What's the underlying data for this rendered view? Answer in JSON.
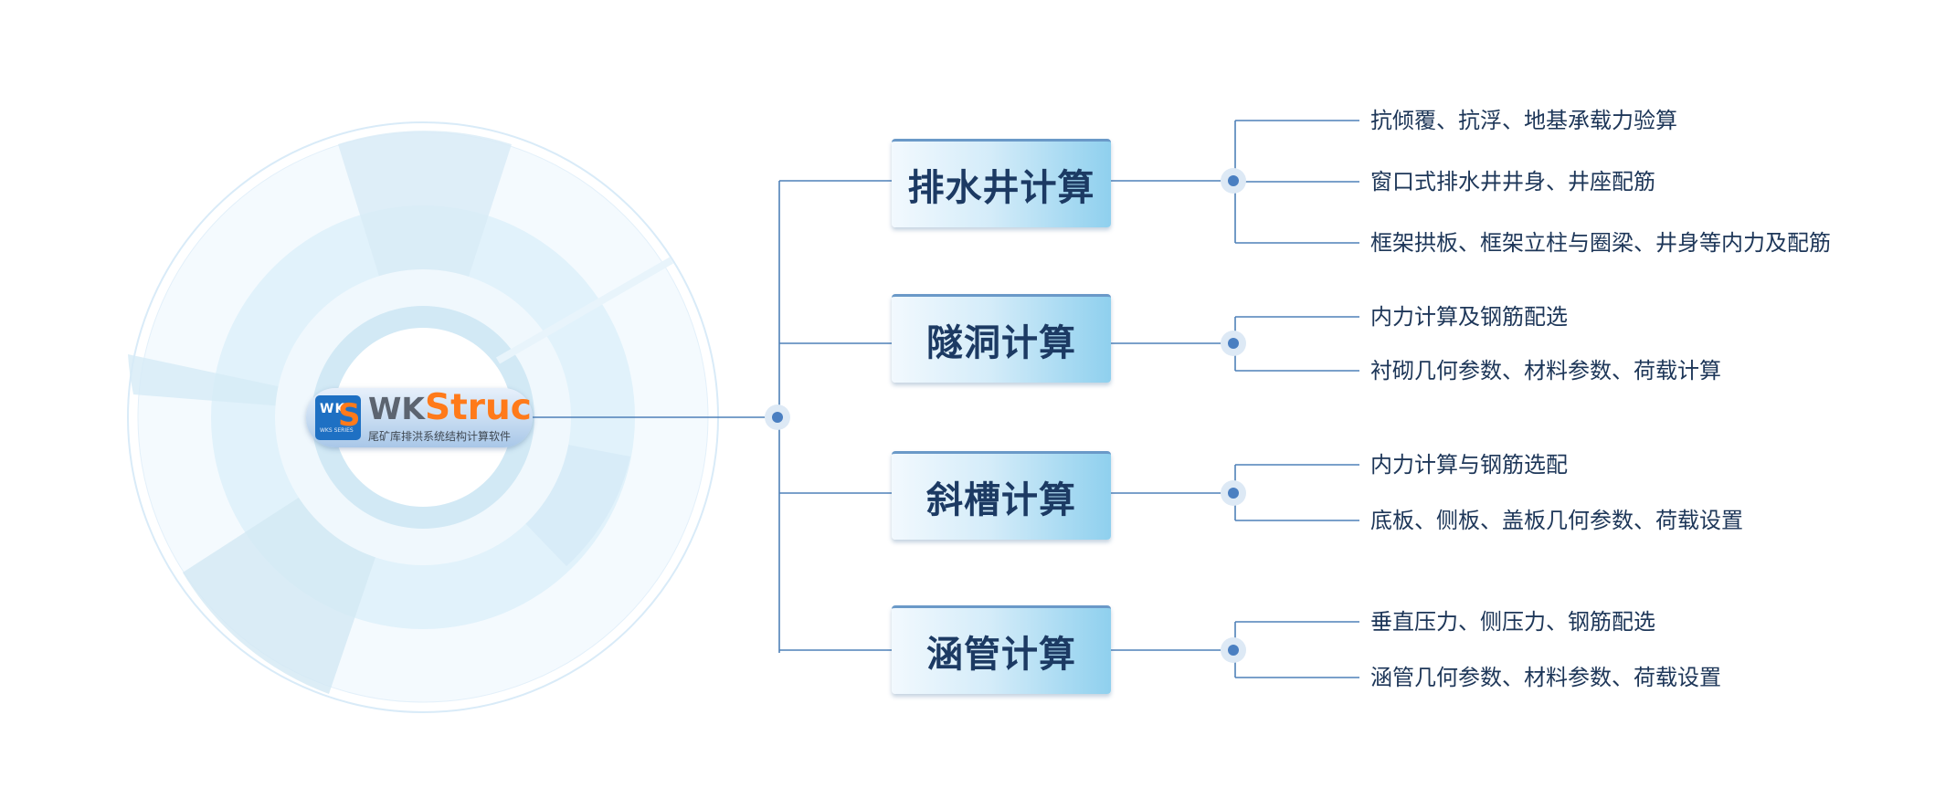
{
  "logo": {
    "badge_letters": "WK",
    "badge_s": "S",
    "badge_caption": "WKS SERIES",
    "wordmark_prefix": "WK",
    "wordmark_suffix": "Struc",
    "subtitle": "尾矿库排洪系统结构计算软件"
  },
  "branches": [
    {
      "label": "排水井计算",
      "details": [
        "抗倾覆、抗浮、地基承载力验算",
        "窗口式排水井井身、井座配筋",
        "框架拱板、框架立柱与圈梁、井身等内力及配筋"
      ]
    },
    {
      "label": "隧洞计算",
      "details": [
        "内力计算及钢筋配选",
        "衬砌几何参数、材料参数、荷载计算"
      ]
    },
    {
      "label": "斜槽计算",
      "details": [
        "内力计算与钢筋选配",
        "底板、侧板、盖板几何参数、荷载设置"
      ]
    },
    {
      "label": "涵管计算",
      "details": [
        "垂直压力、侧压力、钢筋配选",
        "涵管几何参数、材料参数、荷载设置"
      ]
    }
  ],
  "colors": {
    "line": "#4f80b8",
    "node": "#4a7fc1",
    "card_text": "#1c3a63",
    "detail_text": "#1d3658",
    "logo_orange": "#ff7a1a",
    "logo_blue": "#1e70c3"
  }
}
